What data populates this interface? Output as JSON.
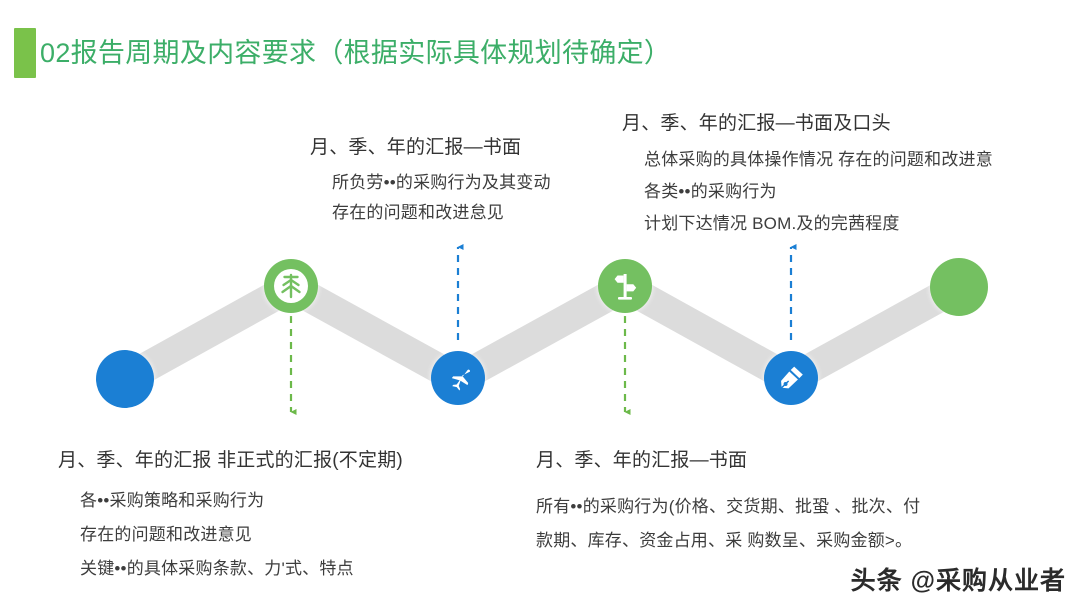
{
  "slide": {
    "title": "02报告周期及内容要求（根据实际具体规划待确定）",
    "accent_color": "#7ac24a",
    "title_color": "#3cae68",
    "watermark": "头条 @采购从业者"
  },
  "palette": {
    "blue": "#1b7fd4",
    "green": "#74c061",
    "band_gray": "#dcdcdc",
    "dash_green": "#6cb94a",
    "dash_blue": "#1b7fd4"
  },
  "nodes": [
    {
      "name": "start-node",
      "icon": "none",
      "color": "#1b7fd4"
    },
    {
      "name": "tree-node",
      "icon": "tree-icon",
      "color": "#74c061"
    },
    {
      "name": "plane-node",
      "icon": "airplane-icon",
      "color": "#1b7fd4"
    },
    {
      "name": "signpost-node",
      "icon": "signpost-icon",
      "color": "#74c061"
    },
    {
      "name": "pen-node",
      "icon": "fountain-pen-icon",
      "color": "#1b7fd4"
    },
    {
      "name": "end-node",
      "icon": "none",
      "color": "#74c061"
    }
  ],
  "blocks": {
    "top_left": {
      "heading": "月、季、年的汇报—书面",
      "lines": [
        "所负劳••的采购行为及其变动",
        "存在的问题和改进怠见"
      ]
    },
    "top_right": {
      "heading": "月、季、年的汇报—书面及口头",
      "lines": [
        "总体采购的具体操作情况 存在的问题和改进意",
        "各类••的采购行为",
        "计划下达情况 BOM.及的完茜程度"
      ]
    },
    "bottom_left": {
      "heading": "月、季、年的汇报 非正式的汇报(不定期)",
      "lines": [
        "各••采购策略和采购行为",
        "存在的问题和改进意见",
        "关键••的具体采购条款、力'式、特点"
      ]
    },
    "bottom_right": {
      "heading": "月、季、年的汇报—书面",
      "lines": [
        "所有••的采购行为(价格、交货期、批蛩 、批次、付",
        "款期、库存、资金占用、采 购数呈、采购金额>。"
      ]
    }
  }
}
